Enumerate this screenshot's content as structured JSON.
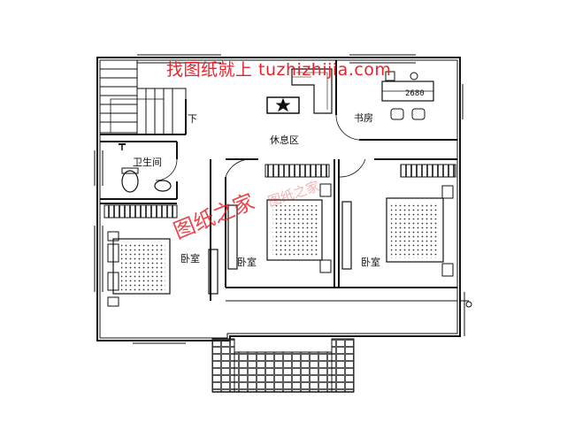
{
  "colors": {
    "wall": "#111111",
    "watermark": "#e8232a",
    "background": "#ffffff"
  },
  "watermarks": {
    "top": "找图纸就上 tuzhizhijia.com",
    "middle": "图纸之家",
    "faint": "图纸之家"
  },
  "rooms": {
    "lounge": "休息区",
    "study": "书房",
    "bathroom": "卫生间",
    "bedroom_left": "卧室",
    "bedroom_mid": "卧室",
    "bedroom_right": "卧室"
  },
  "stairs": {
    "down_label": "下"
  },
  "annotations": {
    "desk_dimension": "2680"
  },
  "icons": {
    "tv": "tv-star-icon",
    "bed": "bed-icon",
    "wardrobe": "wardrobe-icon"
  }
}
